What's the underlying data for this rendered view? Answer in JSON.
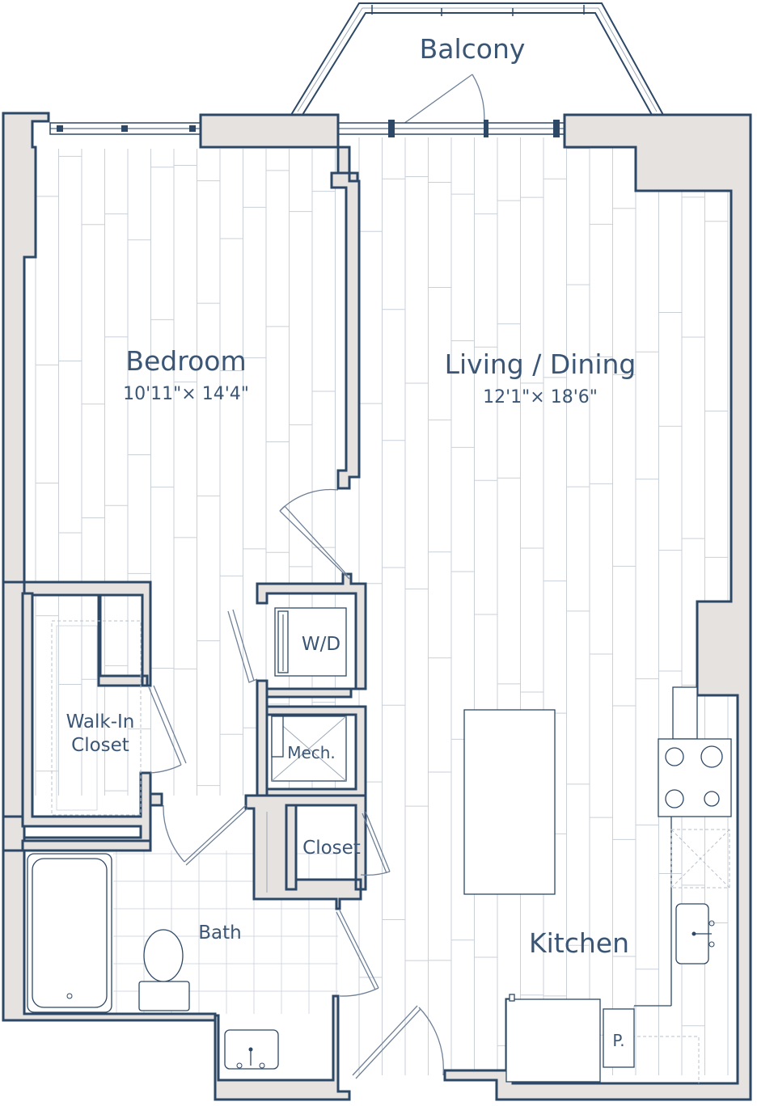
{
  "colors": {
    "wall_fill": "#e6e2e0",
    "wall_line": "#2d4866",
    "label": "#3b5675",
    "floor_line": "#c9d0d8"
  },
  "rooms": {
    "balcony": {
      "name": "Balcony"
    },
    "bedroom": {
      "name": "Bedroom",
      "dims": "10'11\"× 14'4\""
    },
    "living": {
      "name": "Living / Dining",
      "dims": "12'1\"× 18'6\""
    },
    "walkin": {
      "name_line1": "Walk-In",
      "name_line2": "Closet"
    },
    "wd": {
      "name": "W/D"
    },
    "mech": {
      "name": "Mech."
    },
    "closet": {
      "name": "Closet"
    },
    "bath": {
      "name": "Bath"
    },
    "kitchen": {
      "name": "Kitchen"
    },
    "pantry": {
      "name": "P."
    }
  }
}
